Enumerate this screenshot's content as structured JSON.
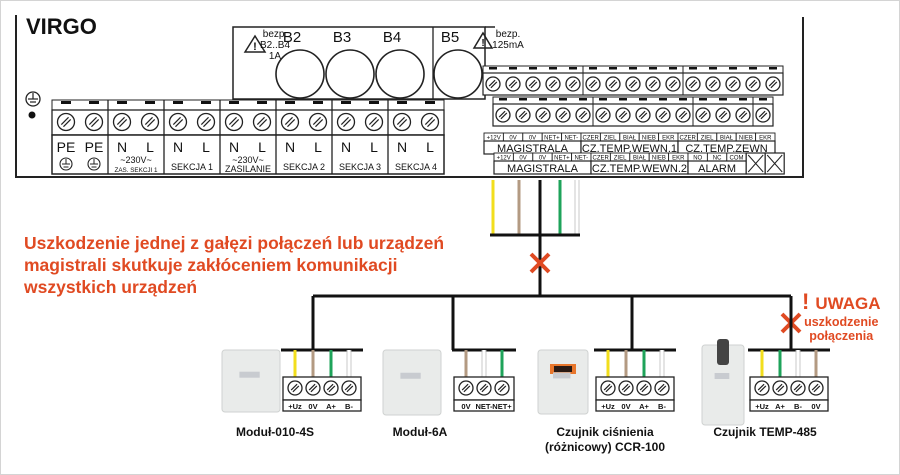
{
  "title": "VIRGO",
  "fuses": {
    "labels": [
      "B2",
      "B3",
      "B4",
      "B5"
    ],
    "warning_left": [
      "bezp.",
      "B2..B4",
      "1A"
    ],
    "warning_right": [
      "bezp.",
      "125mA"
    ]
  },
  "main_terminals": [
    {
      "pins": [
        "PE",
        "PE"
      ],
      "sub": "",
      "ground": true
    },
    {
      "pins": [
        "N",
        "L"
      ],
      "sub": "~230V~",
      "caption": "ZAS. SEKCJI 1"
    },
    {
      "pins": [
        "N",
        "L"
      ],
      "sub": "",
      "caption": "SEKCJA 1"
    },
    {
      "pins": [
        "N",
        "L"
      ],
      "sub": "~230V~",
      "caption": "ZASILANIE"
    },
    {
      "pins": [
        "N",
        "L"
      ],
      "sub": "",
      "caption": "SEKCJA 2"
    },
    {
      "pins": [
        "N",
        "L"
      ],
      "sub": "",
      "caption": "SEKCJA 3"
    },
    {
      "pins": [
        "N",
        "L"
      ],
      "sub": "",
      "caption": "SEKCJA 4"
    }
  ],
  "bus_row1": {
    "pins": [
      "+12V",
      "0V",
      "0V",
      "NET+",
      "NET-",
      "CZER",
      "ZIEL",
      "BIAŁ",
      "NIEB",
      "EKR",
      "CZER",
      "ZIEL",
      "BIAŁ",
      "NIEB",
      "EKR"
    ],
    "groups": [
      "MAGISTRALA",
      "CZ.TEMP.WEWN.1",
      "CZ.TEMP.ZEWN"
    ]
  },
  "bus_row2": {
    "pins": [
      "+12V",
      "0V",
      "0V",
      "NET+",
      "NET-",
      "CZER",
      "ZIEL",
      "BIAŁ",
      "NIEB",
      "EKR",
      "NO",
      "NC",
      "COM"
    ],
    "groups": [
      "MAGISTRALA",
      "CZ.TEMP.WEWN.2",
      "ALARM"
    ]
  },
  "warning_message": "Uszkodzenie jednej z gałęzi połączeń lub urządzeń\nmagistrali skutkuje zakłóceniem komunikacji\nwszystkich urządzeń",
  "uwaga": {
    "exclamation": "!",
    "title": "UWAGA",
    "line1": "uszkodzenie",
    "line2": "połączenia"
  },
  "wire_colors": {
    "yellow": "#f2de1c",
    "brown": "#b39a82",
    "black": "#111111",
    "green": "#1ea35a",
    "white": "#ffffff"
  },
  "accent_color": "#e04a22",
  "devices": [
    {
      "name": "Moduł-010-4S",
      "pins": [
        "+Uz",
        "0V",
        "A+",
        "B-"
      ],
      "wires": [
        "yellow",
        "brown",
        "green",
        "white"
      ]
    },
    {
      "name": "Moduł-6A",
      "pins": [
        "0V",
        "NET-",
        "NET+"
      ],
      "wires": [
        "brown",
        "white",
        "green"
      ]
    },
    {
      "name": "Czujnik ciśnienia\n(różnicowy) CCR-100",
      "pins": [
        "+Uz",
        "0V",
        "A+",
        "B-"
      ],
      "wires": [
        "yellow",
        "brown",
        "green",
        "white"
      ]
    },
    {
      "name": "Czujnik TEMP-485",
      "pins": [
        "+Uz",
        "A+",
        "B-",
        "0V"
      ],
      "wires": [
        "yellow",
        "green",
        "white",
        "brown"
      ]
    }
  ]
}
